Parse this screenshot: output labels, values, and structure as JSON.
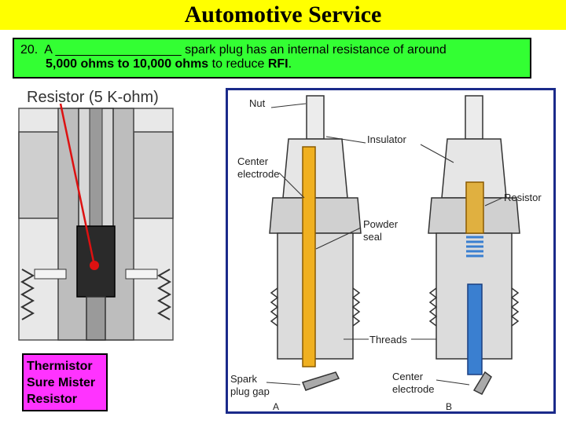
{
  "header": {
    "title": "Automotive Service"
  },
  "question": {
    "number": "20.",
    "part1": "A",
    "blank": "__________________",
    "part2": "spark plug has an internal resistance of around",
    "value_range": "5,000 ohms to 10,000 ohms",
    "part3": "to reduce",
    "acronym": "RFI",
    "end": "."
  },
  "left_figure": {
    "label": "Resistor (5 K-ohm)"
  },
  "right_figure": {
    "labels": {
      "nut": "Nut",
      "insulator": "Insulator",
      "center_electrode_1": "Center",
      "center_electrode_2": "electrode",
      "resistor": "Resistor",
      "powder_seal_1": "Powder",
      "powder_seal_2": "seal",
      "threads": "Threads",
      "spark_gap_1": "Spark",
      "spark_gap_2": "plug gap",
      "center_electrode_b_1": "Center",
      "center_electrode_b_2": "electrode",
      "a": "A",
      "b": "B"
    }
  },
  "answer": {
    "line1": "Thermistor",
    "line2": "Sure Mister",
    "line3": "Resistor"
  },
  "colors": {
    "title_bg": "#ffff00",
    "question_bg": "#33ff33",
    "answer_bg": "#ff33ff",
    "electrode_a": "#f0b020",
    "electrode_b": "#3a7fd0",
    "frame": "#1a2a8a"
  }
}
